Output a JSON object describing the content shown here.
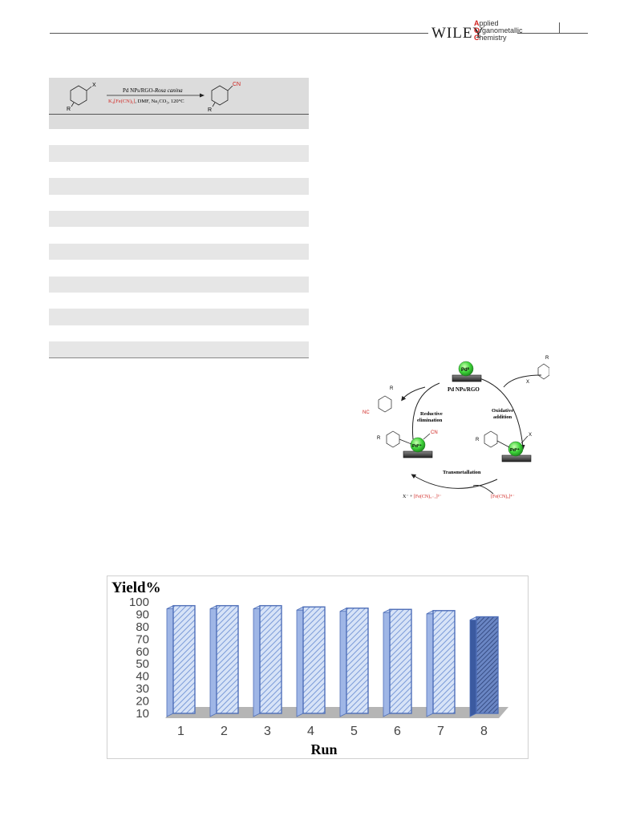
{
  "header": {
    "publisher": "WILEY",
    "journal_lines": [
      {
        "cap": "A",
        "rest": "pplied"
      },
      {
        "cap": "O",
        "rest": "rganometallic"
      },
      {
        "cap": "C",
        "rest": "hemistry"
      }
    ]
  },
  "scheme": {
    "reagent_top": "Pd NPs/RGO-",
    "reagent_top_italic": "Rosa canina",
    "reagent_bottom_red": "K₄[Fe(CN)₆]",
    "reagent_bottom_black": ", DMF, Na₂CO₃, 120°C",
    "substituent_x": "X",
    "substituent_r": "R",
    "product_group": "CN",
    "product_r": "R"
  },
  "cycle": {
    "catalyst_label": "Pd NPs/RGO",
    "pd0": "Pd⁰",
    "pd2": "Pd²⁺",
    "oxidative_1": "Oxidative",
    "oxidative_2": "addition",
    "reductive_1": "Reductive",
    "reductive_2": "elimination",
    "transmetallation": "Transmetallation",
    "left_byproduct_prefix": "X⁻ + ",
    "left_byproduct_red": "[Fe(CN)₅₋₁]³⁻",
    "right_reagent_red": "[Fe(CN)₆]⁴⁻",
    "x_label": "X",
    "r_label": "R",
    "cn_label": "CN",
    "nc_label": "NC"
  },
  "chart_data": {
    "type": "bar",
    "title": "Yield%",
    "xlabel": "Run",
    "ylabel": "",
    "categories": [
      "1",
      "2",
      "3",
      "4",
      "5",
      "6",
      "7",
      "8"
    ],
    "values": [
      97,
      97,
      97,
      96,
      95,
      94,
      93,
      88
    ],
    "yticks": [
      100,
      90,
      80,
      70,
      60,
      50,
      40,
      30,
      20,
      10
    ],
    "ylim": [
      10,
      100
    ],
    "bar_color": "#7a9ad8",
    "grid": false
  }
}
